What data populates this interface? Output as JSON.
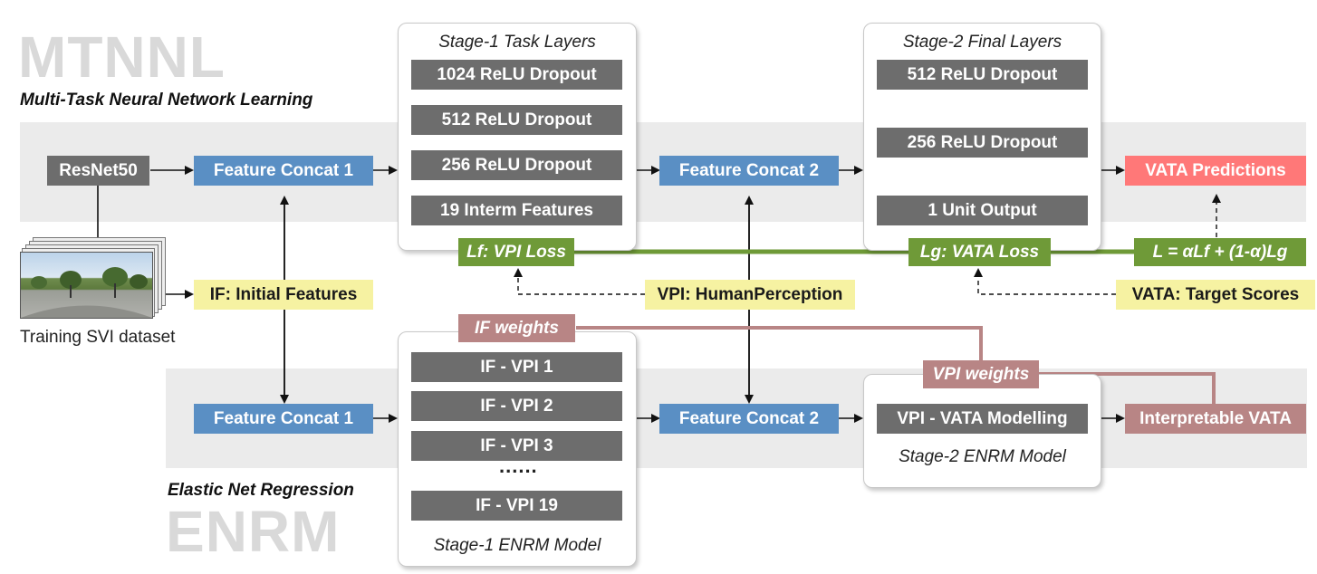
{
  "mtnnl": {
    "big_title": "MTNNL",
    "subtitle": "Multi-Task Neural Network Learning"
  },
  "enrm": {
    "big_title": "ENRM",
    "subtitle": "Elastic Net Regression"
  },
  "inputs": {
    "resnet": "ResNet50",
    "dataset_label": "Training SVI dataset",
    "initial_features": "IF: Initial Features"
  },
  "top_row": {
    "concat1": "Feature Concat 1",
    "concat2": "Feature Concat 2",
    "predictions": "VATA Predictions"
  },
  "stage1_task": {
    "title": "Stage-1 Task Layers",
    "layers": [
      "1024 ReLU Dropout",
      "512 ReLU Dropout",
      "256 ReLU Dropout",
      "19 Interm Features"
    ]
  },
  "stage2_final": {
    "title": "Stage-2 Final Layers",
    "layers": [
      "512 ReLU Dropout",
      "256 ReLU Dropout",
      "1 Unit Output"
    ]
  },
  "losses": {
    "lf": "Lf: VPI Loss",
    "lg": "Lg: VATA Loss",
    "total": "L = αLf + (1-α)Lg"
  },
  "targets": {
    "vpi": "VPI: HumanPerception",
    "vata": "VATA: Target Scores"
  },
  "bottom_row": {
    "concat1": "Feature Concat 1",
    "concat2": "Feature Concat 2",
    "interpretable": "Interpretable VATA"
  },
  "stage1_enrm": {
    "weights_label": "IF weights",
    "items": [
      "IF - VPI 1",
      "IF - VPI 2",
      "IF - VPI 3"
    ],
    "ellipsis": "......",
    "last_item": "IF - VPI 19",
    "caption": "Stage-1 ENRM Model"
  },
  "stage2_enrm": {
    "weights_label": "VPI weights",
    "model": "VPI - VATA Modelling",
    "caption": "Stage-2 ENRM Model"
  },
  "colors": {
    "gray_box": "#6d6d6d",
    "blue_box": "#5a8fc4",
    "yellow_box": "#f6f2a2",
    "green_loss": "#6f9a38",
    "red_prediction": "#ff7878",
    "rose_weights": "#b88585",
    "band": "#ebebeb"
  }
}
